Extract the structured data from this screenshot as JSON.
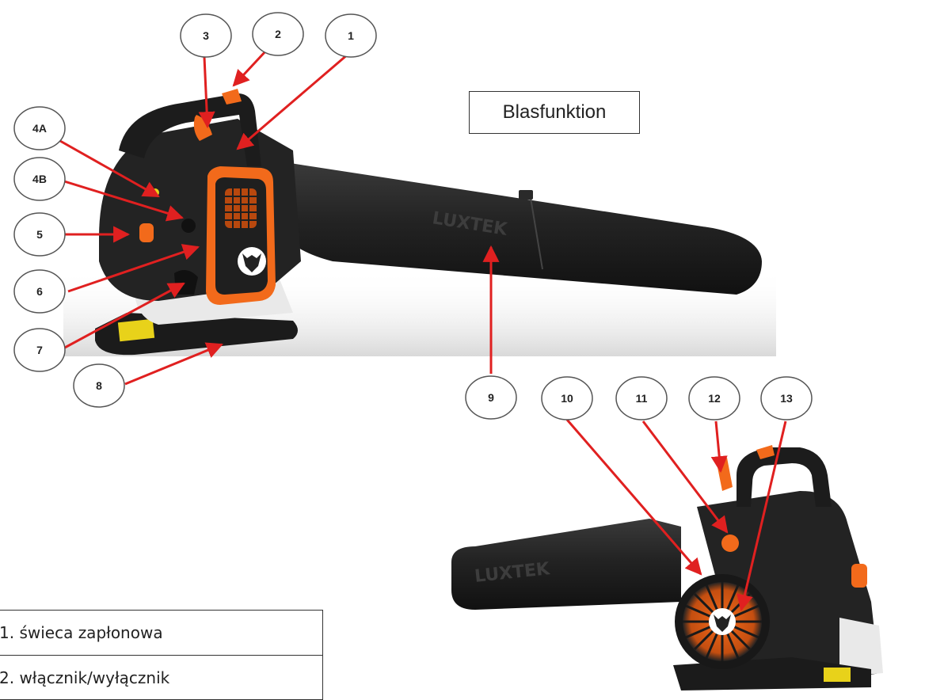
{
  "title": "Blasfunktion",
  "brand_text_tube": "LUXTEK",
  "callouts": [
    {
      "id": "1",
      "label": "1"
    },
    {
      "id": "2",
      "label": "2"
    },
    {
      "id": "3",
      "label": "3"
    },
    {
      "id": "4A",
      "label": "4A"
    },
    {
      "id": "4B",
      "label": "4B"
    },
    {
      "id": "5",
      "label": "5"
    },
    {
      "id": "6",
      "label": "6"
    },
    {
      "id": "7",
      "label": "7"
    },
    {
      "id": "8",
      "label": "8"
    },
    {
      "id": "9",
      "label": "9"
    },
    {
      "id": "10",
      "label": "10"
    },
    {
      "id": "11",
      "label": "11"
    },
    {
      "id": "12",
      "label": "12"
    },
    {
      "id": "13",
      "label": "13"
    }
  ],
  "legend": [
    "1. świeca zapłonowa",
    "2. włącznik/wyłącznik"
  ],
  "colors": {
    "arrow": "#e02020",
    "body": "#1e1e1e",
    "accent": "#f26a1b",
    "white_part": "#e9e9e9"
  }
}
